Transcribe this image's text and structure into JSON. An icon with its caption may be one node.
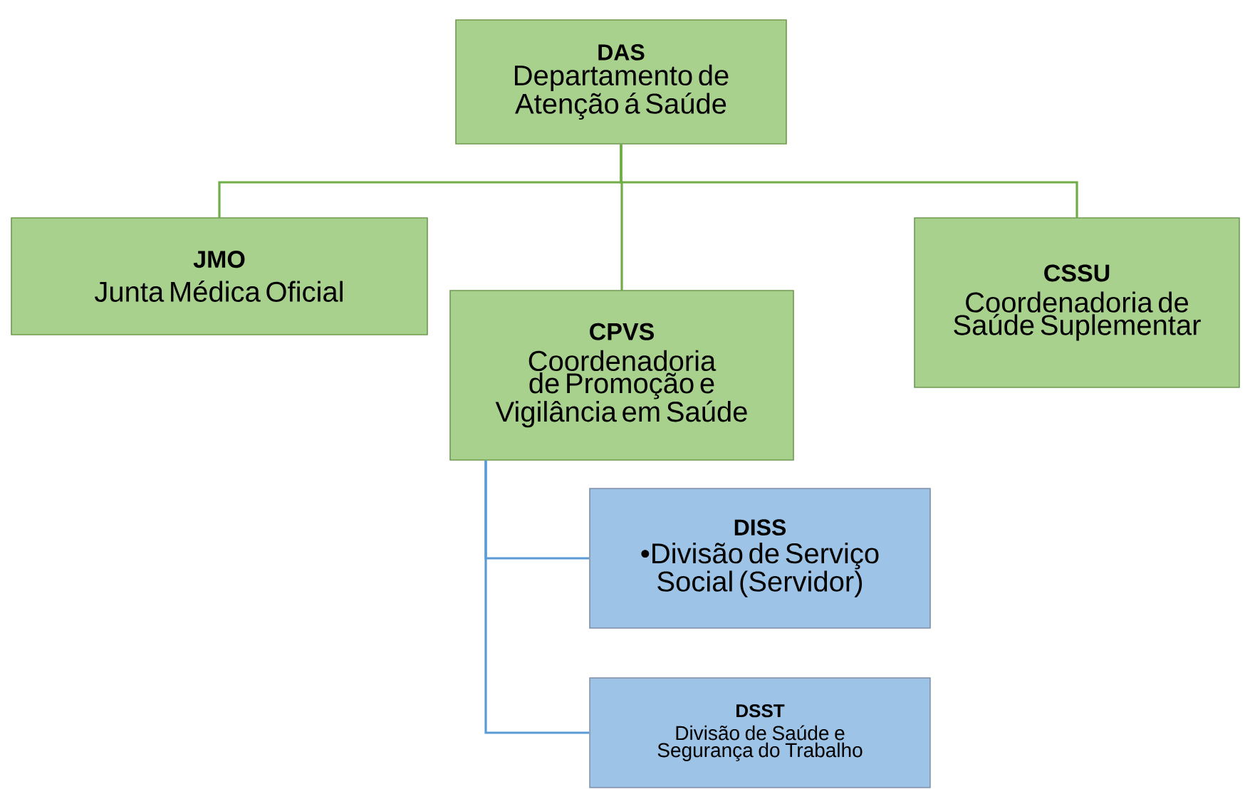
{
  "diagram": {
    "nodes": [
      {
        "text": [
          "DAS",
          "Departamento de Atenção á Saúde"
        ]
      },
      {
        "text": [
          "JMO",
          "Junta Médica Oficial"
        ]
      },
      {
        "text": [
          "CPVS",
          "Coordenadoria de Promoção e Vigilância em Saúde"
        ]
      },
      {
        "text": [
          "CSSU",
          "Coordenadoria de Saúde Suplementar"
        ]
      },
      {
        "text": [
          "DISS",
          "•Divisão de Serviço Social (Servidor)"
        ]
      },
      {
        "text": [
          "DSST",
          "Divisão de Saúde e Segurança do Trabalho"
        ]
      }
    ],
    "edges": [
      {
        "from": 0,
        "to": 1,
        "arrow": "none"
      },
      {
        "from": 0,
        "to": 2,
        "arrow": "none"
      },
      {
        "from": 0,
        "to": 3,
        "arrow": "none"
      },
      {
        "from": 2,
        "to": 4,
        "arrow": "none",
        "color": "#5b9bd5"
      },
      {
        "from": 2,
        "to": 5,
        "arrow": "none",
        "color": "#5b9bd5"
      }
    ]
  }
}
